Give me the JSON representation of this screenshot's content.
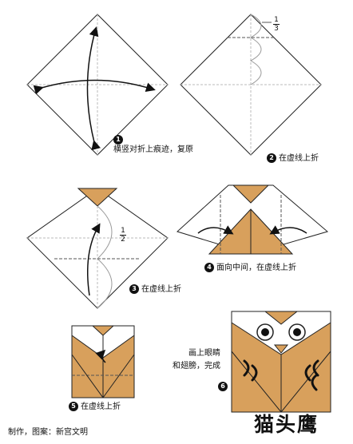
{
  "steps": [
    {
      "number": "1",
      "text": "横竖对折上痕迹，复原"
    },
    {
      "number": "2",
      "text": "在虚线上折"
    },
    {
      "number": "3",
      "text": "在虚线上折"
    },
    {
      "number": "4",
      "text": "面向中间，在虚线上折"
    },
    {
      "number": "5",
      "text": "在虚线上折"
    },
    {
      "number": "6",
      "text_line1": "画上眼睛",
      "text_line2": "和翅膀，完成"
    }
  ],
  "fractions": {
    "step2": {
      "num": "1",
      "den": "3"
    },
    "step3": {
      "num": "1",
      "den": "2"
    }
  },
  "credit": "制作，图案：新宫文明",
  "title": "猫头鹰",
  "colors": {
    "paper": "#d8a05c",
    "line": "#222222",
    "fold": "#bbbbbb"
  }
}
